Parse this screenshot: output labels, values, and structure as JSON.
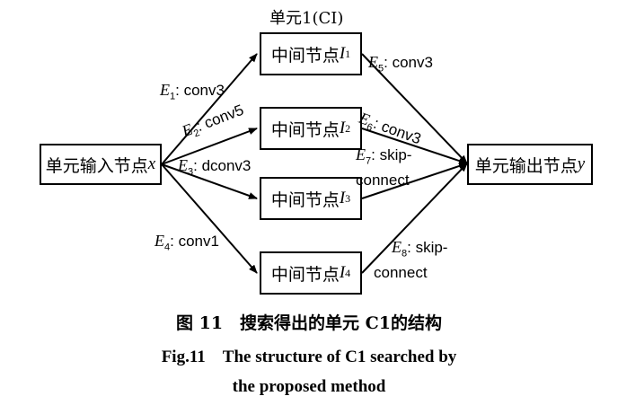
{
  "cell_title": "单元1(CI)",
  "input_node": {
    "text": "单元输入节点",
    "var": "x"
  },
  "output_node": {
    "text": "单元输出节点",
    "var": "y"
  },
  "intermediate_nodes": [
    {
      "text": "中间节点",
      "var": "I",
      "sub": "1"
    },
    {
      "text": "中间节点",
      "var": "I",
      "sub": "2"
    },
    {
      "text": "中间节点",
      "var": "I",
      "sub": "3"
    },
    {
      "text": "中间节点",
      "var": "I",
      "sub": "4"
    }
  ],
  "edges": [
    {
      "e": "E",
      "sub": "1",
      "op": ": conv3"
    },
    {
      "e": "E",
      "sub": "2",
      "op": ": conv5"
    },
    {
      "e": "E",
      "sub": "3",
      "op": ": dconv3"
    },
    {
      "e": "E",
      "sub": "4",
      "op": ": conv1"
    },
    {
      "e": "E",
      "sub": "5",
      "op": ": conv3"
    },
    {
      "e": "E",
      "sub": "6",
      "op": ": conv3"
    },
    {
      "e": "E",
      "sub": "7",
      "op": ": skip-",
      "op2": "connect"
    },
    {
      "e": "E",
      "sub": "8",
      "op": ": skip-",
      "op2": "connect"
    }
  ],
  "caption": {
    "cn": "图 11　搜索得出的单元 C1的结构",
    "en_line1": "Fig.11　The structure of C1 searched by",
    "en_line2": "the proposed method"
  }
}
